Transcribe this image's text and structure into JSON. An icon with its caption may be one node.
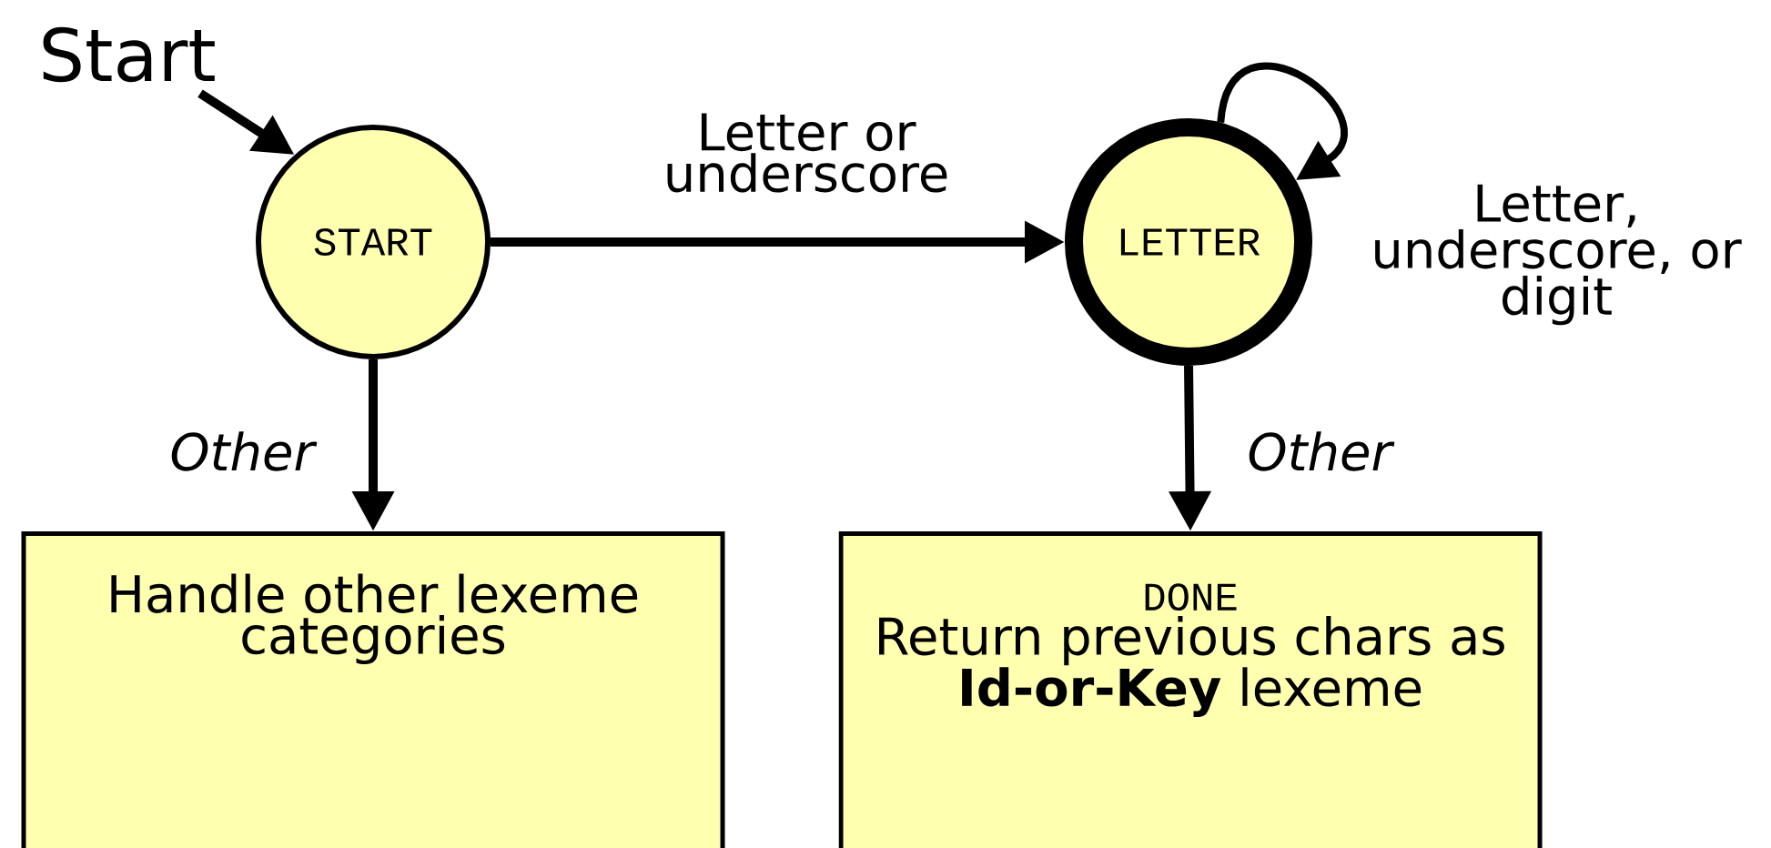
{
  "diagram": {
    "nodes": [
      {
        "text": [
          "Start"
        ]
      },
      {
        "text": [
          "START"
        ]
      },
      {
        "text": [
          "LETTER"
        ]
      },
      {
        "text": [
          "Handle other lexeme categories"
        ]
      },
      {
        "text": [
          "DONE",
          "Return previous chars as **Id-or-Key** lexeme"
        ]
      }
    ],
    "edges": [
      {
        "from": 0,
        "to": 1,
        "arrow": "to"
      },
      {
        "from": 1,
        "to": 2,
        "arrow": "to",
        "label": "Letter or underscore"
      },
      {
        "from": 2,
        "to": 2,
        "arrow": "to",
        "label": "Letter, underscore, or digit"
      },
      {
        "from": 1,
        "to": 3,
        "arrow": "to",
        "label": "Other"
      },
      {
        "from": 2,
        "to": 4,
        "arrow": "to",
        "label": "Other"
      }
    ]
  }
}
